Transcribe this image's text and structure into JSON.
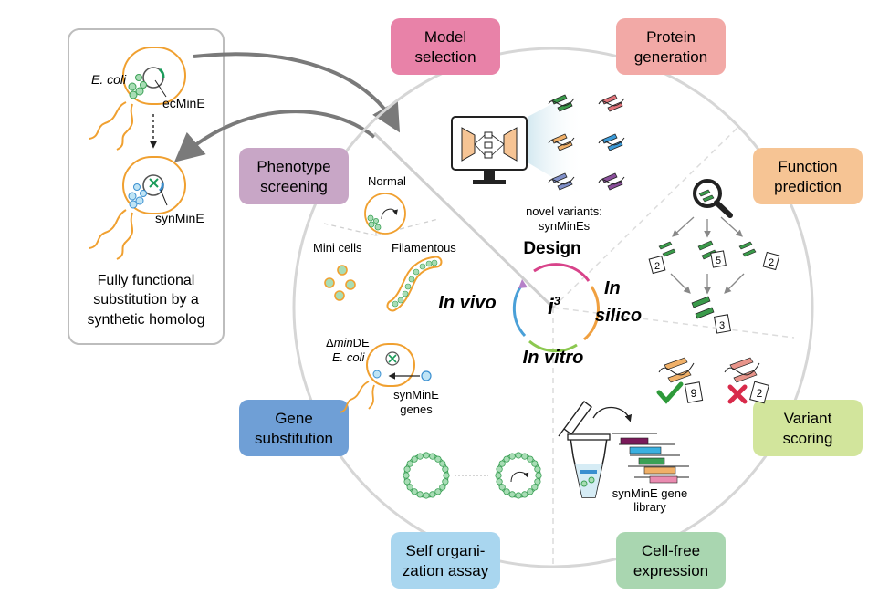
{
  "left_panel": {
    "ecoli_label": "E. coli",
    "ecmine_label": "ecMinE",
    "synmine_label": "synMinE",
    "caption_line1": "Fully functional",
    "caption_line2": "substitution by a",
    "caption_line3": "synthetic homolog"
  },
  "steps": {
    "model_selection": [
      "Model",
      "selection"
    ],
    "protein_generation": [
      "Protein",
      "generation"
    ],
    "function_prediction": [
      "Function",
      "prediction"
    ],
    "variant_scoring": [
      "Variant",
      "scoring"
    ],
    "cell_free_expression": [
      "Cell-free",
      "expression"
    ],
    "self_organization": [
      "Self organi-",
      "zation assay"
    ],
    "gene_substitution": [
      "Gene",
      "substitution"
    ],
    "phenotype_screening": [
      "Phenotype",
      "screening"
    ]
  },
  "center": {
    "design": "Design",
    "in_silico_1": "In",
    "in_silico_2": "silico",
    "in_vitro": "In vitro",
    "in_vivo": "In vivo",
    "i3_base": "i",
    "i3_sup": "3"
  },
  "labels": {
    "novel_variants_1": "novel variants:",
    "novel_variants_2": "synMinEs",
    "normal": "Normal",
    "mini_cells": "Mini cells",
    "filamentous": "Filamentous",
    "delta": "Δ",
    "min_italic": "min",
    "de": "DE",
    "ecoli": "E. coli",
    "synmine_genes_1": "synMinE",
    "synmine_genes_2": "genes",
    "gene_library_1": "synMinE gene",
    "gene_library_2": "library"
  },
  "scores": {
    "top_left": "2",
    "top_mid": "5",
    "top_right": "2",
    "bottom": "3",
    "good": "9",
    "bad": "2"
  },
  "colors": {
    "model_selection": "#e882a8",
    "protein_generation": "#f2a9a6",
    "function_prediction": "#f6c494",
    "variant_scoring": "#d2e59c",
    "cell_free_expression": "#a9d6b0",
    "self_organization": "#a9d6ef",
    "gene_substitution": "#6f9fd6",
    "phenotype_screening": "#c8a6c6"
  }
}
